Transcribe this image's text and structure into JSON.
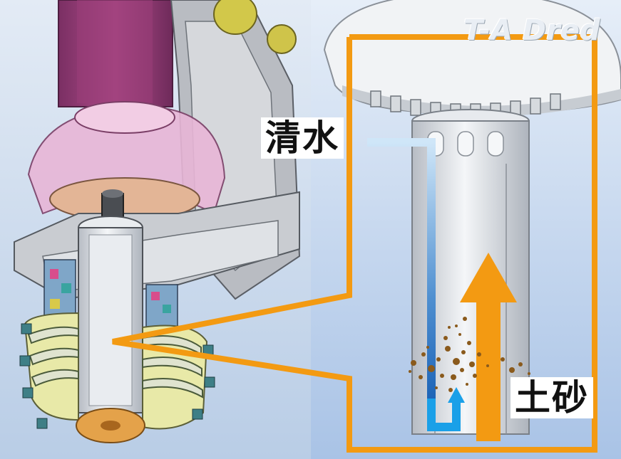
{
  "diagram": {
    "brand_text": "T-A Dred",
    "labels": {
      "clear_water": "清水",
      "soil_sand": "土砂"
    },
    "colors": {
      "orange_frame": "#f39a12",
      "clear_water_flow": "#2a86d8",
      "slurry_flow": "#f39a12",
      "sediment": "#8a5a1c",
      "left_bg": "#c9d9ec",
      "right_bg": "#c3d6ee"
    },
    "icons": [
      "clear-water-flow-arrow",
      "slurry-flow-arrow",
      "sediment-particles"
    ]
  }
}
